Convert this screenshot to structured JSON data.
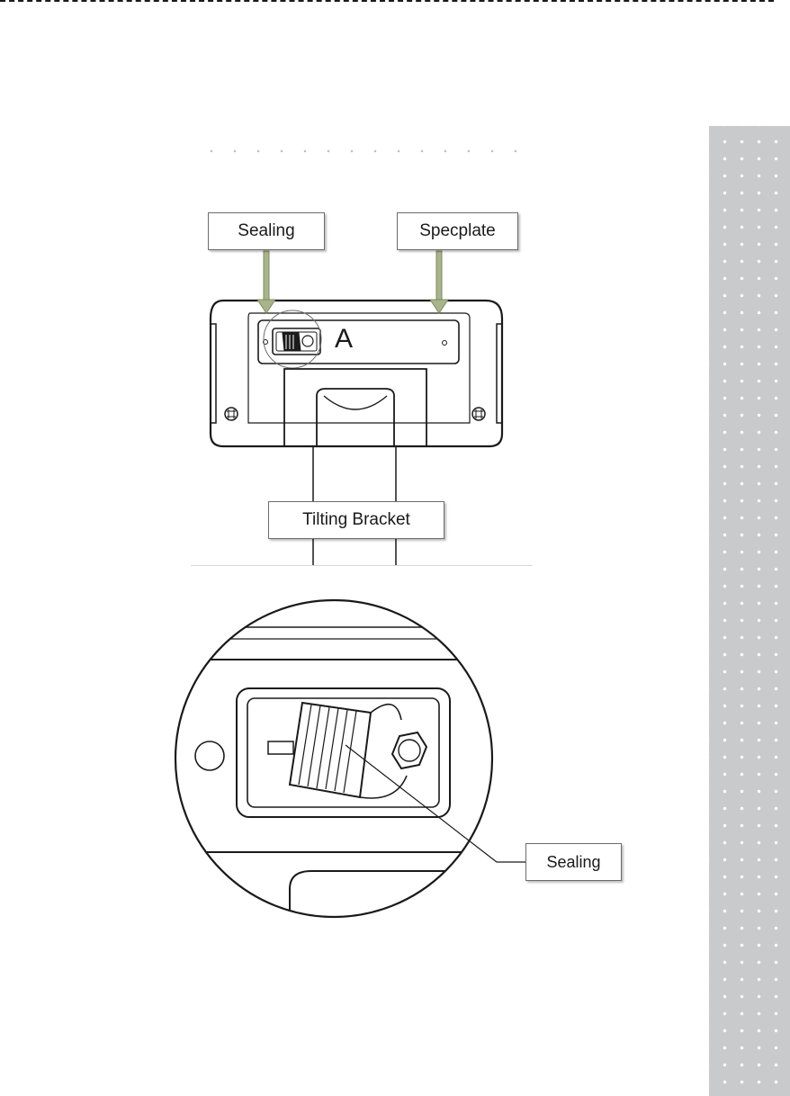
{
  "labels": {
    "sealing_top": "Sealing",
    "specplate": "Specplate",
    "tilting_bracket": "Tilting Bracket",
    "plate_letter": "A",
    "sealing_detail": "Sealing"
  },
  "colors": {
    "arrow": "#a8b58a",
    "arrow_stroke": "#7d8a5e",
    "line": "#1a1a1a",
    "side_tab": "#c9cacc"
  },
  "icons": [
    "down-arrow-icon",
    "screw-icon",
    "seal-icon"
  ]
}
